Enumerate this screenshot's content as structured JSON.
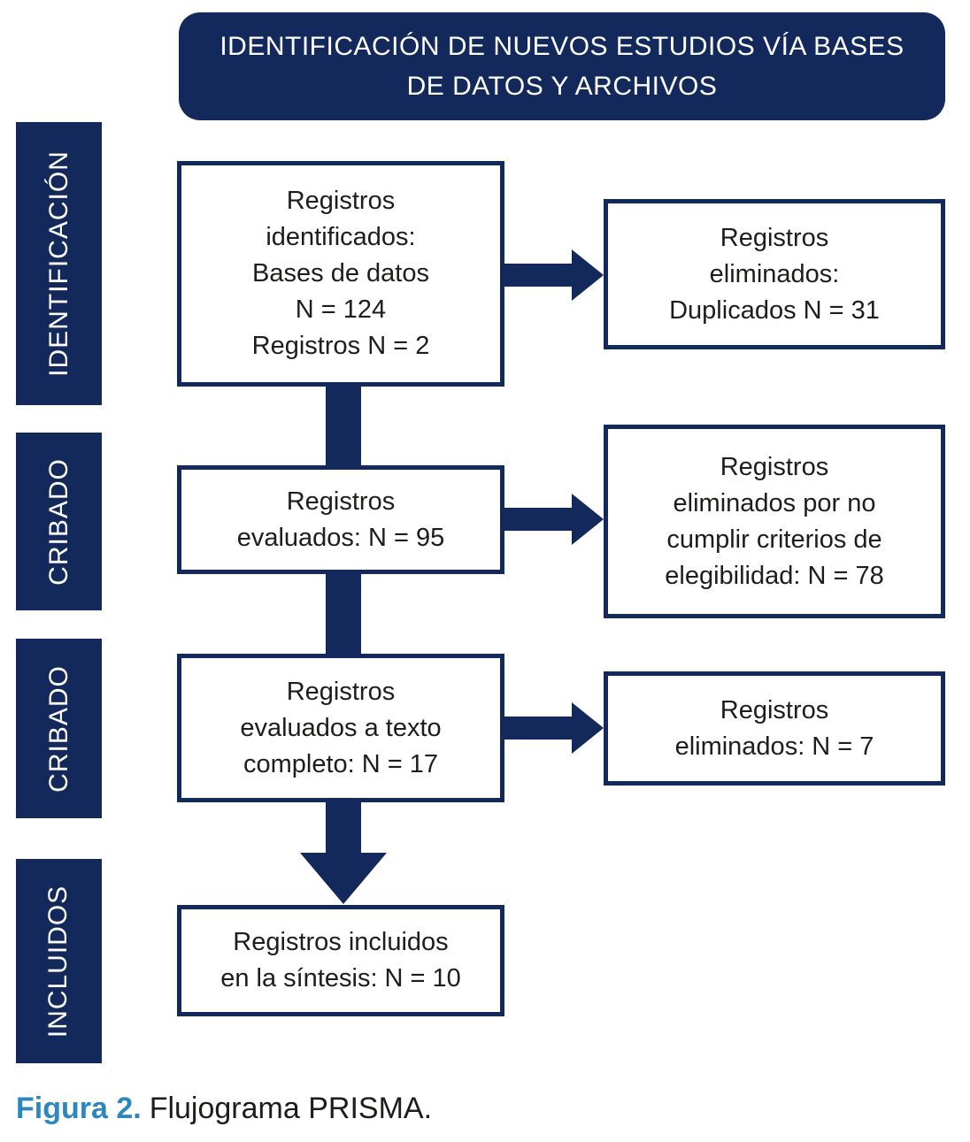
{
  "colors": {
    "navy": "#13295C",
    "caption_accent": "#2B87BE",
    "box_text": "#1D1D1B",
    "box_background": "#FFFFFF"
  },
  "diagram": {
    "header": {
      "title": "IDENTIFICACIÓN DE NUEVOS ESTUDIOS VÍA BASES\nDE DATOS Y ARCHIVOS"
    },
    "stages": [
      {
        "label": "IDENTIFICACIÓN"
      },
      {
        "label": "CRIBADO"
      },
      {
        "label": "CRIBADO"
      },
      {
        "label": "INCLUIDOS"
      }
    ],
    "main_boxes": [
      {
        "text": "Registros\nidentificados:\nBases de datos\nN = 124\nRegistros N = 2"
      },
      {
        "text": "Registros\nevaluados: N = 95"
      },
      {
        "text": "Registros\nevaluados a texto\ncompleto: N = 17"
      },
      {
        "text": "Registros incluidos\nen la síntesis: N = 10"
      }
    ],
    "side_boxes": [
      {
        "text": "Registros\neliminados:\nDuplicados N = 31"
      },
      {
        "text": "Registros\neliminados por no\ncumplir criterios de\nelegibilidad: N = 78"
      },
      {
        "text": "Registros\neliminados: N = 7"
      }
    ],
    "caption": {
      "label": "Figura 2.",
      "text": "Flujograma PRISMA."
    }
  }
}
